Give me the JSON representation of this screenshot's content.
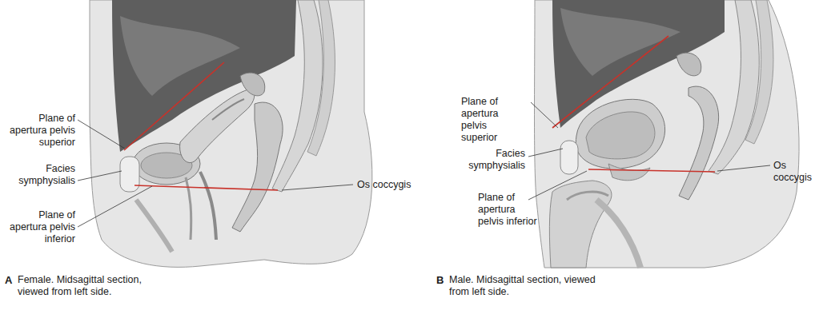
{
  "diagram": {
    "labels": [
      "Plane of apertura pelvis superior",
      "Facies symphysialis",
      "Plane of apertura pelvis inferior",
      "Os coccygis",
      "A",
      "Female. Midsagittal section, viewed from left side.",
      "Plane of apertura pelvis superior",
      "Facies symphysialis",
      "Plane of apertura pelvis inferior",
      "Os coccygis",
      "B",
      "Male. Midsagittal section, viewed from left side."
    ]
  }
}
